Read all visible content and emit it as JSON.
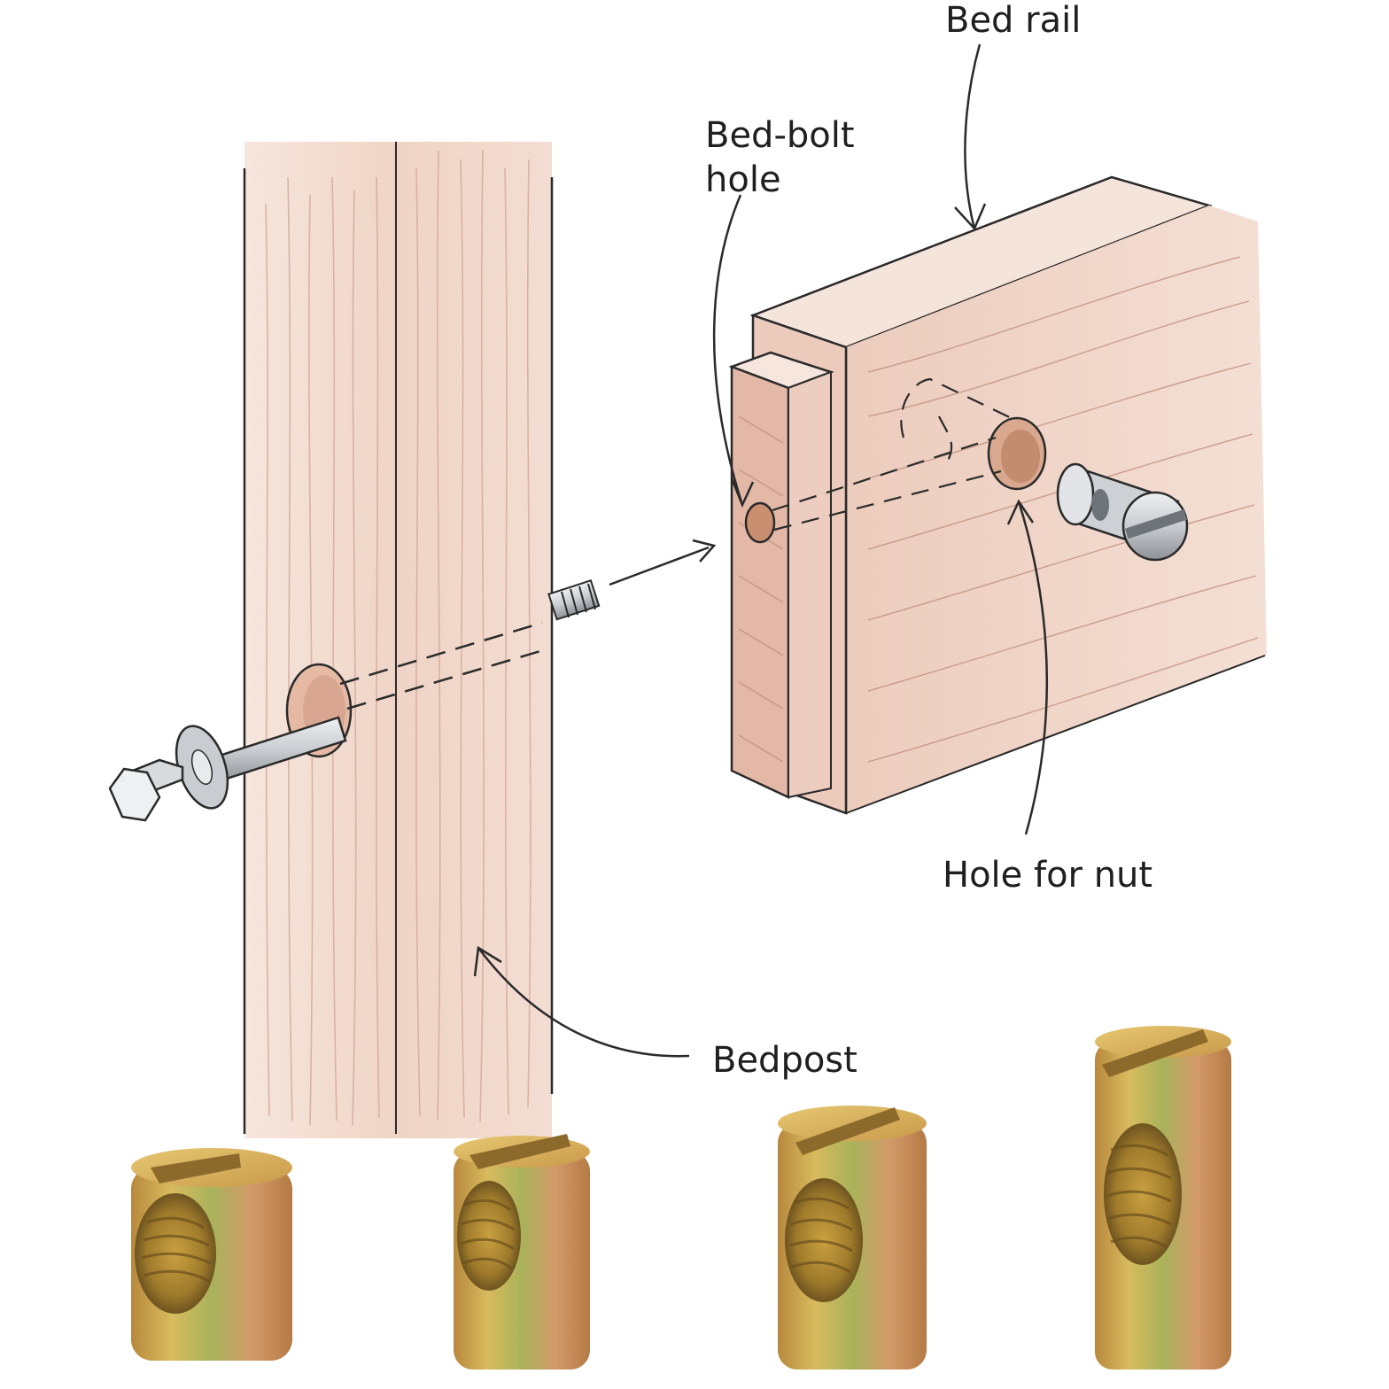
{
  "labels": {
    "bed_rail": "Bed rail",
    "bed_bolt_hole": "Bed-bolt\nhole",
    "hole_for_nut": "Hole for nut",
    "bedpost": "Bedpost"
  },
  "colors": {
    "wood_light": "#f3ddd2",
    "wood_mid": "#e9c8b8",
    "wood_grain": "#c99c8c",
    "ink": "#1f1f1f",
    "steel": "#c9ccd0",
    "steel_dark": "#8d9298",
    "brass": "#c9a64a",
    "brass_green": "#a7ad4f",
    "brass_red": "#c07a5b"
  },
  "barrel_nuts": [
    {
      "name": "barrel-nut-1"
    },
    {
      "name": "barrel-nut-2"
    },
    {
      "name": "barrel-nut-3"
    },
    {
      "name": "barrel-nut-4"
    }
  ]
}
